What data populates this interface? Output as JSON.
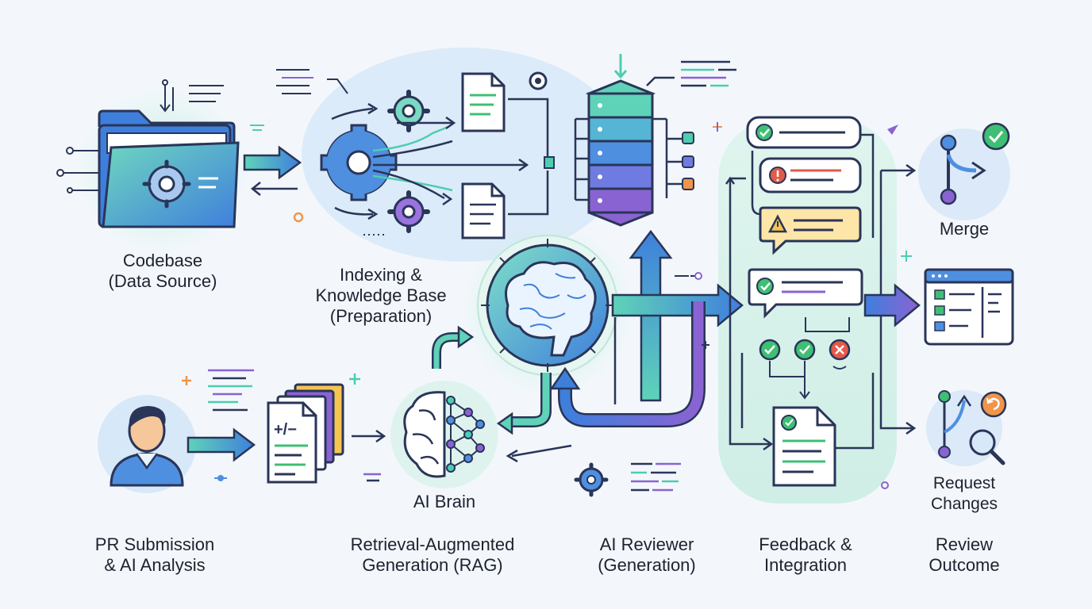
{
  "stages": {
    "codebase": {
      "line1": "Codebase",
      "line2": "(Data Source)"
    },
    "indexing": {
      "line1": "Indexing &",
      "line2": "Knowledge Base",
      "line3": "(Preparation)"
    },
    "pr": {
      "line1": "PR Submission",
      "line2": "& AI Analysis"
    },
    "rag": {
      "line1": "Retrieval-Augmented",
      "line2": "Generation (RAG)"
    },
    "ai_brain": {
      "label": "AI Brain"
    },
    "reviewer": {
      "line1": "AI Reviewer",
      "line2": "(Generation)"
    },
    "feedback": {
      "line1": "Feedback &",
      "line2": "Integration"
    },
    "outcome": {
      "line1": "Review",
      "line2": "Outcome"
    },
    "merge": {
      "label": "Merge"
    },
    "request_changes": {
      "line1": "Request",
      "line2": "Changes"
    }
  },
  "diff_glyph": "+/−",
  "colors": {
    "outline": "#2a3558",
    "blue": "#3f7fdc",
    "teal": "#4ecdb0",
    "green": "#3fbf74",
    "purple": "#8a63d2",
    "red": "#e25a4a",
    "amber": "#f5c451",
    "glow_teal": "#cdeee6",
    "glow_blue": "#d7e8f8"
  }
}
